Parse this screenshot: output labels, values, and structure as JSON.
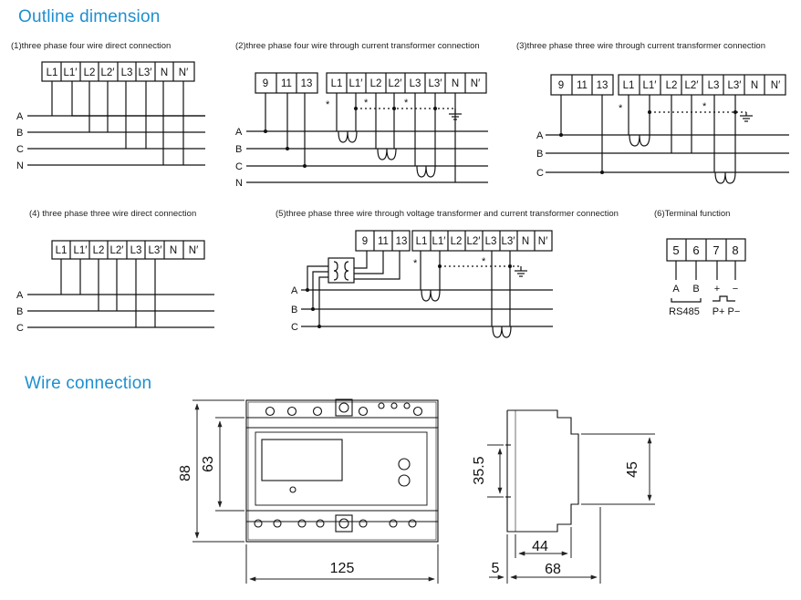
{
  "outline_title": "Outline dimension",
  "wire_title": "Wire connection",
  "captions": {
    "d1": "(1)three phase four wire direct connection",
    "d2": "(2)three phase four wire through current transformer connection",
    "d3": "(3)three phase three wire through current transformer connection",
    "d4": "(4) three phase three wire direct connection",
    "d5": "(5)three phase three wire through voltage transformer and current transformer connection",
    "d6": "(6)Terminal function"
  },
  "d1": {
    "terminals": [
      "L1",
      "L1′",
      "L2",
      "L2′",
      "L3",
      "L3′",
      "N",
      "N′"
    ],
    "lines": [
      "A",
      "B",
      "C",
      "N"
    ]
  },
  "d2": {
    "terminals_left": [
      "9",
      "11",
      "13"
    ],
    "terminals": [
      "L1",
      "L1′",
      "L2",
      "L2′",
      "L3",
      "L3′",
      "N",
      "N′"
    ],
    "lines": [
      "A",
      "B",
      "C",
      "N"
    ]
  },
  "d3": {
    "terminals_left": [
      "9",
      "11",
      "13"
    ],
    "terminals": [
      "L1",
      "L1′",
      "L2",
      "L2′",
      "L3",
      "L3′",
      "N",
      "N′"
    ],
    "lines": [
      "A",
      "B",
      "C"
    ]
  },
  "d4": {
    "terminals": [
      "L1",
      "L1′",
      "L2",
      "L2′",
      "L3",
      "L3′",
      "N",
      "N′"
    ],
    "lines": [
      "A",
      "B",
      "C"
    ]
  },
  "d5": {
    "terminals_left": [
      "9",
      "11",
      "13"
    ],
    "terminals": [
      "L1",
      "L1′",
      "L2",
      "L2′",
      "L3",
      "L3′",
      "N",
      "N′"
    ],
    "lines": [
      "A",
      "B",
      "C"
    ]
  },
  "d6": {
    "terminals": [
      "5",
      "6",
      "7",
      "8"
    ],
    "labels": [
      "A",
      "B",
      "+",
      "−"
    ],
    "bottom": [
      "RS485",
      "P+ P−"
    ]
  },
  "marks": {
    "star": "*"
  },
  "dims": {
    "front_h_outer": "88",
    "front_h_inner": "63",
    "front_w": "125",
    "side_h_left": "35.5",
    "side_h_right": "45",
    "side_w_inner": "44",
    "side_w_small": "5",
    "side_w_total": "68"
  }
}
